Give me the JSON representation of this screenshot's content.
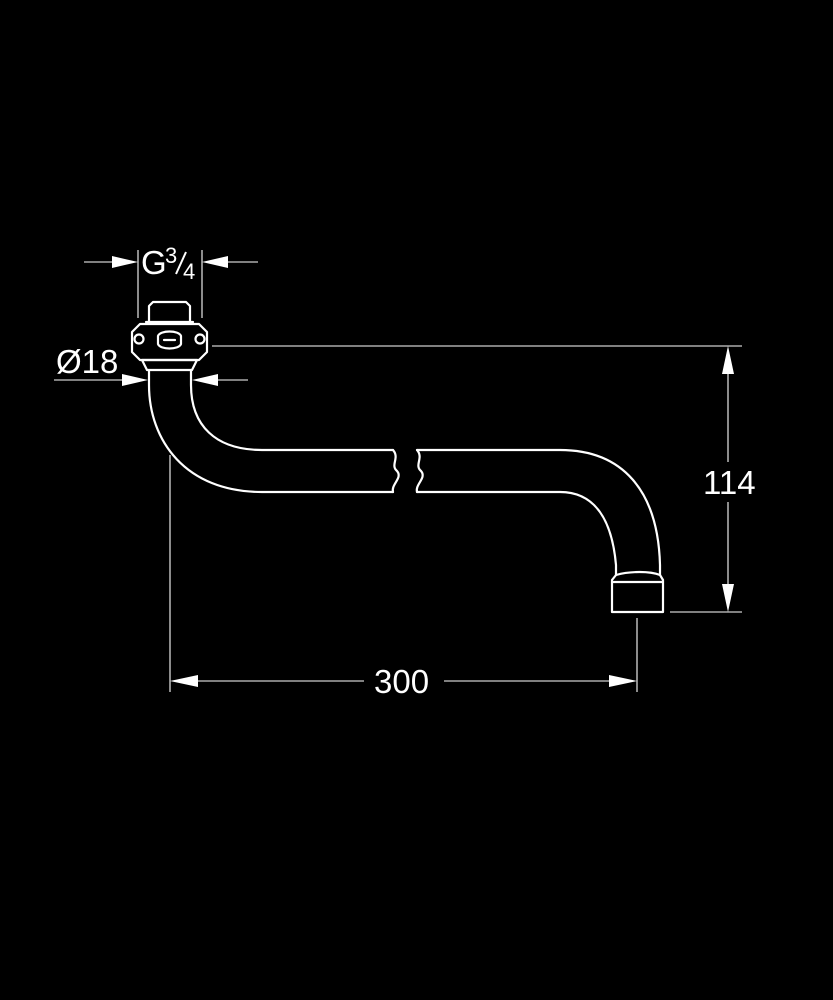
{
  "drawing": {
    "subject": "spout",
    "colors": {
      "background": "#000000",
      "line": "#ffffff"
    },
    "dimensions": {
      "thread_letter": "G",
      "thread_size": "3/4",
      "thread_num": "3",
      "thread_den": "4",
      "diameter": "Ø18",
      "height": "114",
      "length": "300"
    }
  }
}
